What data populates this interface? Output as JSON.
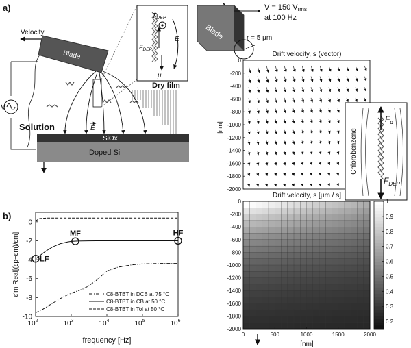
{
  "panel_a": {
    "label": "a)",
    "velocity": "Velocity",
    "blade": "Blade",
    "voltage_source": "V",
    "solution": "Solution",
    "dry_film": "Dry film",
    "field_e": "E",
    "layer_siox": "SiOx",
    "layer_doped_si": "Doped Si",
    "inset": {
      "t": "T",
      "t_sub": "DEP",
      "f": "F",
      "f_sub": "DEP",
      "e": "E",
      "mu": "μ"
    }
  },
  "panel_b": {
    "label": "b)",
    "chart_data": {
      "type": "line",
      "xscale": "log",
      "xlabel": "frequency [Hz]",
      "ylabel": "ε'm Real[(εp−εm)/εm]",
      "xlim": [
        100,
        1000000
      ],
      "ylim": [
        -10,
        1
      ],
      "xticks": [
        {
          "v": 100,
          "e": "2"
        },
        {
          "v": 1000,
          "e": "3"
        },
        {
          "v": 10000,
          "e": "4"
        },
        {
          "v": 100000,
          "e": "5"
        },
        {
          "v": 1000000,
          "e": "6"
        }
      ],
      "xtick_base": "10",
      "yticks": [
        0,
        -2,
        -4,
        -6,
        -8,
        -10
      ],
      "series": [
        {
          "name": "C8-BTBT in DCB at 75 °C",
          "style": "dashdot",
          "x": [
            100,
            150,
            200,
            300,
            500,
            800,
            1000,
            1500,
            2000,
            3000,
            5000,
            10000,
            20000,
            50000,
            100000,
            300000,
            1000000
          ],
          "y": [
            -9.6,
            -9.3,
            -9.0,
            -8.6,
            -8.1,
            -7.7,
            -7.55,
            -7.3,
            -7.15,
            -6.8,
            -6.2,
            -5.2,
            -4.8,
            -4.55,
            -4.45,
            -4.4,
            -4.4
          ]
        },
        {
          "name": "C8-BTBT in CB at 50 °C",
          "style": "solid",
          "x": [
            100,
            120,
            150,
            200,
            300,
            500,
            800,
            1000,
            1500,
            2000,
            5000,
            10000,
            100000,
            1000000
          ],
          "y": [
            -3.9,
            -3.7,
            -3.4,
            -3.05,
            -2.65,
            -2.3,
            -2.12,
            -2.07,
            -2.03,
            -2.02,
            -2.0,
            -2.0,
            -2.0,
            -2.0
          ]
        },
        {
          "name": "C8-BTBT in Tol at 50 °C",
          "style": "dashed",
          "x": [
            100,
            130,
            200,
            1000,
            10000,
            100000,
            1000000
          ],
          "y": [
            0.1,
            0.35,
            0.4,
            0.4,
            0.4,
            0.4,
            0.4
          ]
        }
      ],
      "markers": [
        {
          "label": "LF",
          "x": 100,
          "y": -3.9
        },
        {
          "label": "MF",
          "x": 1300,
          "y": -2.05
        },
        {
          "label": "HF",
          "x": 1000000,
          "y": -2.0
        }
      ]
    }
  },
  "panel_c": {
    "label": "c)",
    "blade": "Blade",
    "voltage_line1": "V = 150 V",
    "voltage_sub": "rms",
    "voltage_line2": "at 100 Hz",
    "radius": "r = 5 μm",
    "inset": {
      "medium": "Chlorobenzene",
      "f_d": "F",
      "f_d_sub": "d",
      "f_dep": "F",
      "f_dep_sub": "DEP"
    },
    "quiver": {
      "chart_data": {
        "type": "quiver",
        "title": "Drift velocity, s (vector)",
        "xlabel": "Drift velocity, s [μm / s]",
        "ylabel": "[nm]",
        "xlim": [
          0,
          2000
        ],
        "ylim": [
          -2000,
          0
        ],
        "yticks": [
          0,
          -200,
          -400,
          -600,
          -800,
          -1000,
          -1200,
          -1400,
          -1600,
          -1800,
          -2000
        ],
        "grid_nx": 14,
        "grid_ny": 12,
        "vectors": "drift velocity field directed downward and away from the blade edge at the top-left; magnitude decays with depth"
      }
    },
    "heatmap": {
      "chart_data": {
        "type": "heatmap",
        "xlabel": "[nm]",
        "xlim": [
          0,
          2000
        ],
        "ylim": [
          -2000,
          0
        ],
        "xticks": [
          0,
          500,
          1000,
          1500,
          2000
        ],
        "yticks": [
          0,
          -200,
          -400,
          -600,
          -800,
          -1000,
          -1200,
          -1400,
          -1600,
          -1800,
          -2000
        ],
        "colorbar": {
          "min": 0.15,
          "max": 1.0,
          "ticks": [
            1,
            0.9,
            0.8,
            0.7,
            0.6,
            0.5,
            0.4,
            0.3,
            0.2
          ],
          "colormap": "gray"
        },
        "nx": 20,
        "ny": 20,
        "values_rule": "normalized drift velocity; 1 at top-left corner (near blade), decaying with depth to ~0.2 at -2000 nm"
      }
    }
  }
}
